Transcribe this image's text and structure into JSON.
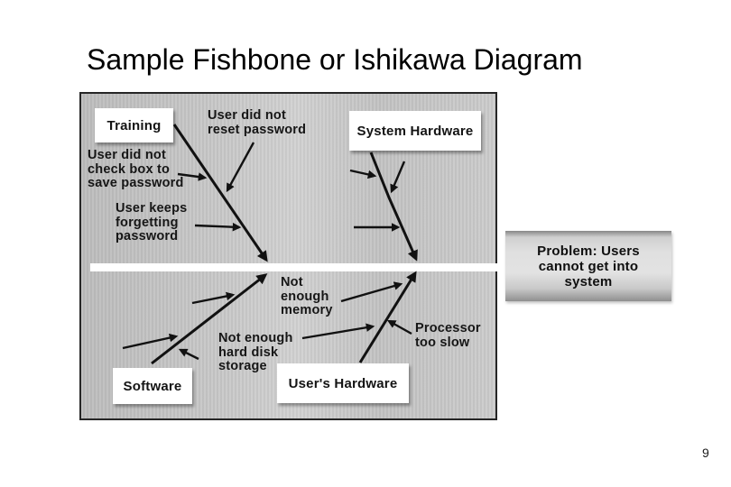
{
  "slide": {
    "title": "Sample Fishbone or Ishikawa Diagram",
    "page_number": "9"
  },
  "diagram": {
    "category_boxes": {
      "training": "Training",
      "system_hardware": "System Hardware",
      "software": "Software",
      "users_hardware": "User's Hardware"
    },
    "causes": {
      "reset_password": "User did not\nreset password",
      "check_box": "User did not\ncheck box to\nsave password",
      "forgetting": "User keeps\nforgetting\npassword",
      "memory": "Not\nenough\nmemory",
      "hard_disk": "Not enough\nhard disk\nstorage",
      "processor": "Processor\ntoo slow"
    },
    "problem": "Problem: Users\ncannot get into\nsystem",
    "colors": {
      "diagram_background": "#c9c9c9",
      "diagram_border": "#262626",
      "label_box_background": "#ffffff",
      "text": "#161616",
      "spine": "#ffffff",
      "arrow": "#111111",
      "problem_box_light": "#e0e0e0",
      "problem_box_dark": "#878787"
    }
  }
}
